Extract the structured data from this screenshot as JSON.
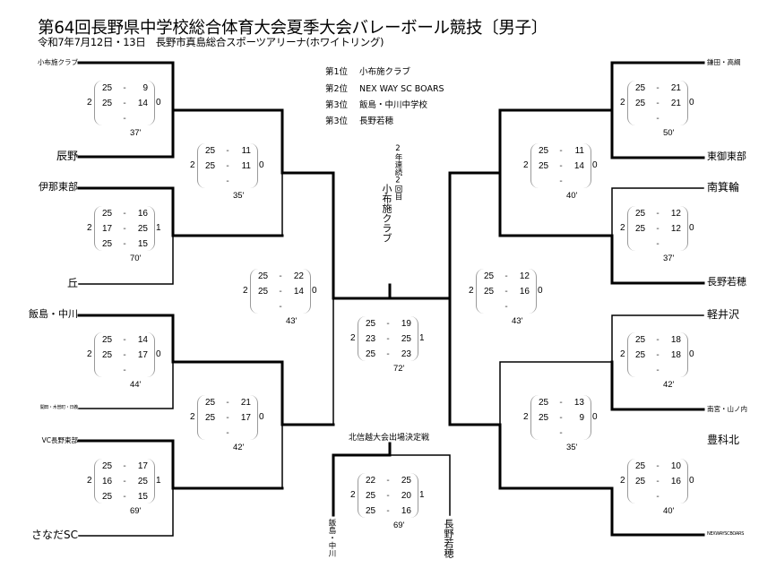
{
  "header": {
    "title": "第64回長野県中学校総合体育大会夏季大会バレーボール競技〔男子〕",
    "subtitle": "令和7年7月12日・13日　長野市真島総合スポーツアリーナ(ホワイトリング)"
  },
  "rankings": [
    {
      "label": "第1位",
      "team": "小布施クラブ"
    },
    {
      "label": "第2位",
      "team": "NEX WAY SC BOARS"
    },
    {
      "label": "第3位",
      "team": "飯島・中川中学校"
    },
    {
      "label": "第3位",
      "team": "長野若穂"
    }
  ],
  "champion": {
    "note": "2年連続2回目",
    "team": "小布施クラブ"
  },
  "left_teams": [
    "小布施クラブ",
    "辰野",
    "伊那東部",
    "丘",
    "飯島・中川",
    "開田・木曽町・日義",
    "VC長野東部",
    "さなだSC"
  ],
  "right_teams": [
    "鎌田・高綱",
    "東御東部",
    "南箕輪",
    "長野若穂",
    "軽井沢",
    "南宮・山ノ内",
    "豊科北",
    "NEXWAYSCBOARS"
  ],
  "third_place": {
    "label": "北信越大会出場決定戦",
    "left_team": "飯島・中川",
    "right_team": "長野若穂"
  },
  "matches": {
    "L1a": {
      "w": "2",
      "l": "0",
      "sets": [
        [
          "25",
          "9"
        ],
        [
          "25",
          "14"
        ],
        [
          "",
          ""
        ]
      ],
      "time": "37'"
    },
    "L1b": {
      "w": "2",
      "l": "1",
      "sets": [
        [
          "25",
          "16"
        ],
        [
          "17",
          "25"
        ],
        [
          "25",
          "15"
        ]
      ],
      "time": "70'"
    },
    "L1c": {
      "w": "2",
      "l": "0",
      "sets": [
        [
          "25",
          "14"
        ],
        [
          "25",
          "17"
        ],
        [
          "",
          ""
        ]
      ],
      "time": "44'"
    },
    "L1d": {
      "w": "2",
      "l": "1",
      "sets": [
        [
          "25",
          "17"
        ],
        [
          "16",
          "25"
        ],
        [
          "25",
          "15"
        ]
      ],
      "time": "69'"
    },
    "L2a": {
      "w": "2",
      "l": "0",
      "sets": [
        [
          "25",
          "11"
        ],
        [
          "25",
          "11"
        ],
        [
          "",
          ""
        ]
      ],
      "time": "35'"
    },
    "L2b": {
      "w": "2",
      "l": "0",
      "sets": [
        [
          "25",
          "21"
        ],
        [
          "25",
          "17"
        ],
        [
          "",
          ""
        ]
      ],
      "time": "42'"
    },
    "L3": {
      "w": "2",
      "l": "0",
      "sets": [
        [
          "25",
          "22"
        ],
        [
          "25",
          "14"
        ],
        [
          "",
          ""
        ]
      ],
      "time": "43'"
    },
    "R1a": {
      "w": "2",
      "l": "0",
      "sets": [
        [
          "25",
          "21"
        ],
        [
          "25",
          "21"
        ],
        [
          "",
          ""
        ]
      ],
      "time": "50'"
    },
    "R1b": {
      "w": "2",
      "l": "0",
      "sets": [
        [
          "25",
          "12"
        ],
        [
          "25",
          "12"
        ],
        [
          "",
          ""
        ]
      ],
      "time": "37'"
    },
    "R1c": {
      "w": "2",
      "l": "0",
      "sets": [
        [
          "25",
          "18"
        ],
        [
          "25",
          "18"
        ],
        [
          "",
          ""
        ]
      ],
      "time": "42'"
    },
    "R1d": {
      "w": "2",
      "l": "0",
      "sets": [
        [
          "25",
          "10"
        ],
        [
          "25",
          "16"
        ],
        [
          "",
          ""
        ]
      ],
      "time": "40'"
    },
    "R2a": {
      "w": "2",
      "l": "0",
      "sets": [
        [
          "25",
          "11"
        ],
        [
          "25",
          "14"
        ],
        [
          "",
          ""
        ]
      ],
      "time": "40'"
    },
    "R2b": {
      "w": "2",
      "l": "0",
      "sets": [
        [
          "25",
          "13"
        ],
        [
          "25",
          "9"
        ],
        [
          "",
          ""
        ]
      ],
      "time": "35'"
    },
    "R3": {
      "w": "2",
      "l": "0",
      "sets": [
        [
          "25",
          "12"
        ],
        [
          "25",
          "16"
        ],
        [
          "",
          ""
        ]
      ],
      "time": "43'"
    },
    "F": {
      "w": "2",
      "l": "1",
      "sets": [
        [
          "25",
          "19"
        ],
        [
          "23",
          "25"
        ],
        [
          "25",
          "23"
        ]
      ],
      "time": "72'"
    },
    "TP": {
      "w": "2",
      "l": "1",
      "sets": [
        [
          "22",
          "25"
        ],
        [
          "25",
          "20"
        ],
        [
          "25",
          "16"
        ]
      ],
      "time": "69'"
    }
  }
}
